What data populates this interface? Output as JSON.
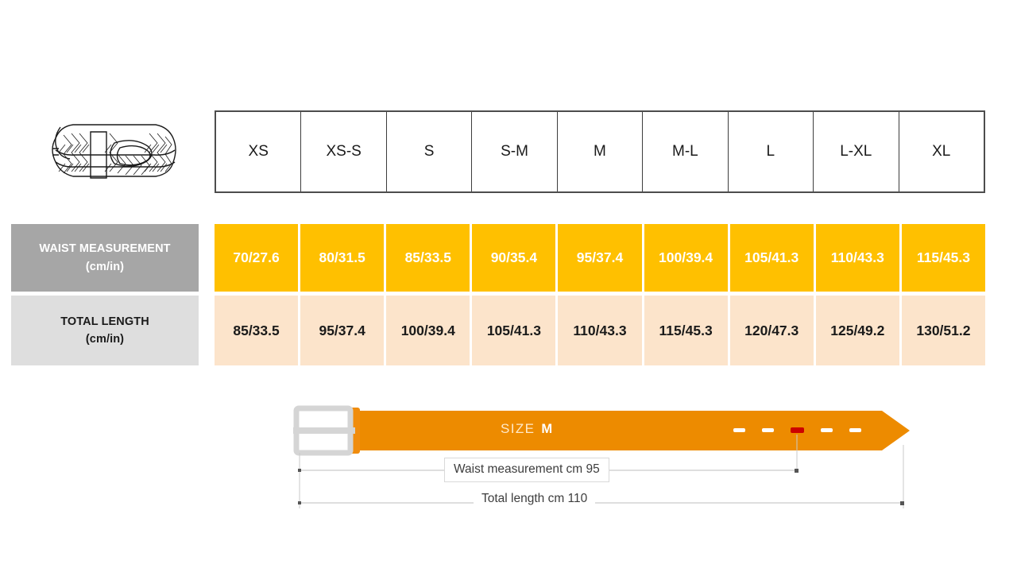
{
  "product": {
    "thumbnail_icon": "braided-belt-illustration"
  },
  "table": {
    "sizes": [
      "XS",
      "XS-S",
      "S",
      "S-M",
      "M",
      "M-L",
      "L",
      "L-XL",
      "XL"
    ],
    "rows": [
      {
        "label_line1": "WAIST MEASUREMENT",
        "label_line2": "(cm/in)",
        "values": [
          "70/27.6",
          "80/31.5",
          "85/33.5",
          "90/35.4",
          "95/37.4",
          "100/39.4",
          "105/41.3",
          "110/43.3",
          "115/45.3"
        ]
      },
      {
        "label_line1": "TOTAL LENGTH",
        "label_line2": "(cm/in)",
        "values": [
          "85/33.5",
          "95/37.4",
          "100/39.4",
          "105/41.3",
          "110/43.3",
          "115/45.3",
          "120/47.3",
          "125/49.2",
          "130/51.2"
        ]
      }
    ]
  },
  "diagram": {
    "size_prefix": "SIZE",
    "size_value": "M",
    "waist_dimension": "Waist measurement cm 95",
    "total_dimension": "Total length cm 110",
    "holes_count": 5,
    "highlighted_hole_index": 2,
    "colors": {
      "belt": "#ed8b00",
      "buckle": "#e2e2e2",
      "highlight_hole": "#cc0000",
      "dimension_line": "#bdbdbd"
    }
  },
  "colors": {
    "waist_row_bg": "#ffc000",
    "total_row_bg": "#fce4cb",
    "waist_label_bg": "#a6a6a6",
    "total_label_bg": "#dedede",
    "header_border": "#4d4d4d"
  }
}
